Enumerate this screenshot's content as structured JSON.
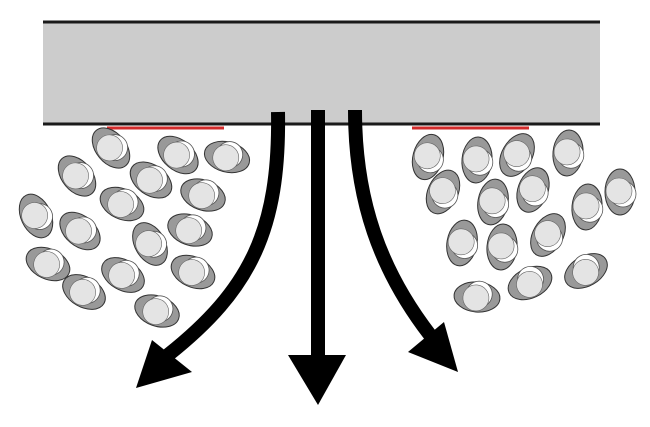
{
  "colors": {
    "plate_fill": "#cccccc",
    "plate_edge": "#1a1a1a",
    "contact_line": "#d22b2b",
    "particle_shell": "#999999",
    "particle_core": "#e4e4e4",
    "particle_highlight": "#ffffff",
    "arrow": "#000000"
  },
  "diagram": {
    "left_cluster_count": 16,
    "right_cluster_count": 15,
    "arrow_count": 3
  }
}
